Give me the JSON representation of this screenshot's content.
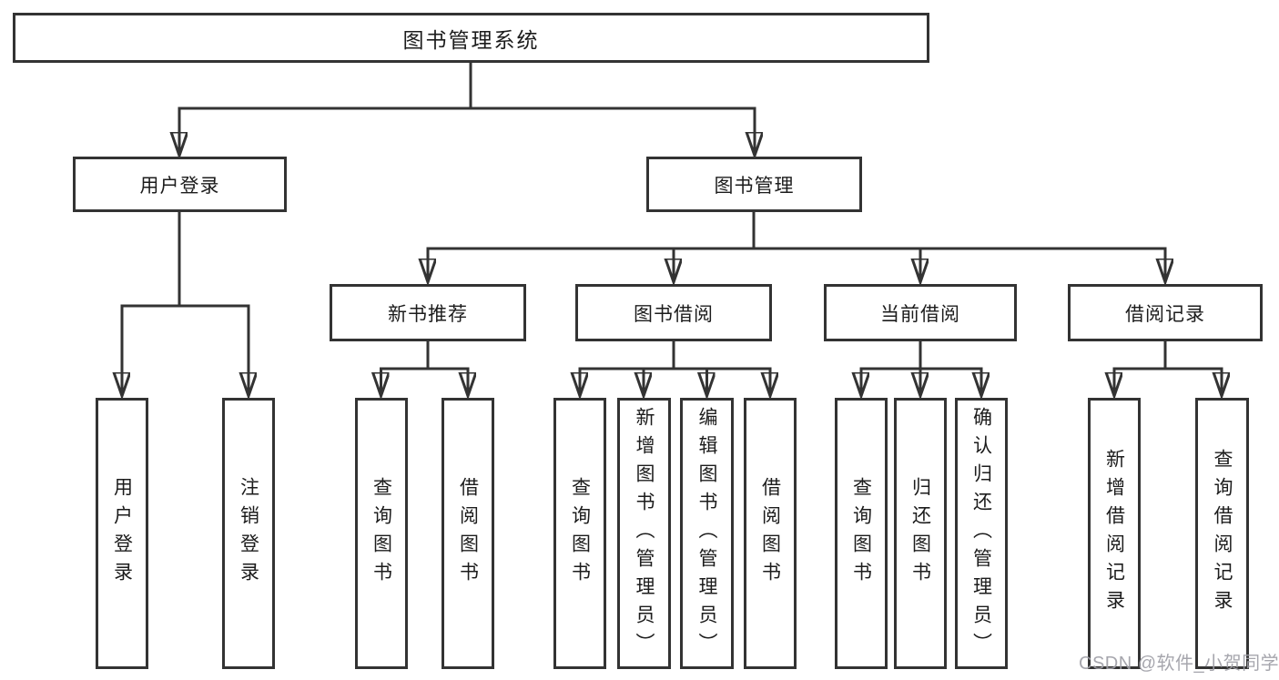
{
  "tree": {
    "label": "图书管理系统",
    "children": [
      {
        "label": "用户登录",
        "children": [
          {
            "label": "用户登录"
          },
          {
            "label": "注销登录"
          }
        ]
      },
      {
        "label": "图书管理",
        "children": [
          {
            "label": "新书推荐",
            "children": [
              {
                "label": "查询图书"
              },
              {
                "label": "借阅图书"
              }
            ]
          },
          {
            "label": "图书借阅",
            "children": [
              {
                "label": "查询图书"
              },
              {
                "label": "新增图书（管理员）"
              },
              {
                "label": "编辑图书（管理员）"
              },
              {
                "label": "借阅图书"
              }
            ]
          },
          {
            "label": "当前借阅",
            "children": [
              {
                "label": "查询图书"
              },
              {
                "label": "归还图书"
              },
              {
                "label": "确认归还（管理员）"
              }
            ]
          },
          {
            "label": "借阅记录",
            "children": [
              {
                "label": "新增借阅记录"
              },
              {
                "label": "查询借阅记录"
              }
            ]
          }
        ]
      }
    ]
  },
  "watermark": {
    "text": "CSDN @软件_小贺同学"
  },
  "colors": {
    "line": "#333333",
    "box_border": "#333333",
    "text": "#1c1c1c",
    "watermark": "#9e9ea6",
    "background": "#ffffff"
  }
}
